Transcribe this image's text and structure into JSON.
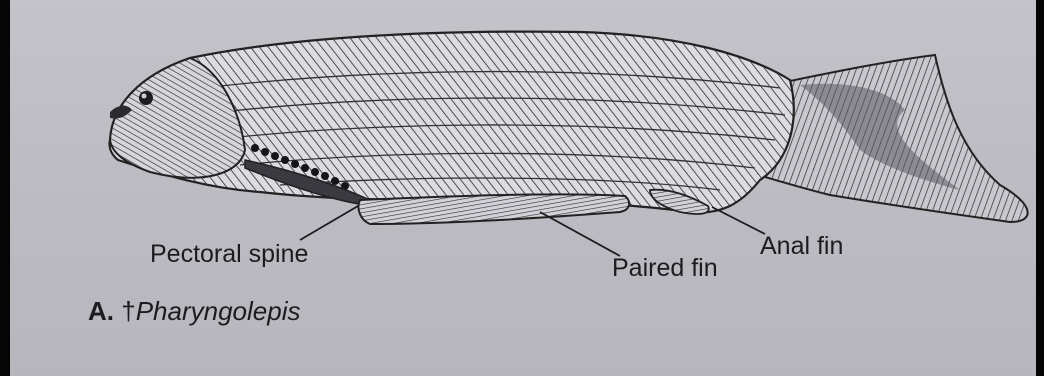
{
  "labels": {
    "pectoral_spine": "Pectoral spine",
    "paired_fin": "Paired fin",
    "anal_fin": "Anal fin"
  },
  "caption": {
    "letter": "A.",
    "dagger": "†",
    "name": "Pharyngolepis"
  },
  "colors": {
    "paper": "#c0bfc6",
    "ink": "#1c1c20",
    "frame": "#050505"
  }
}
